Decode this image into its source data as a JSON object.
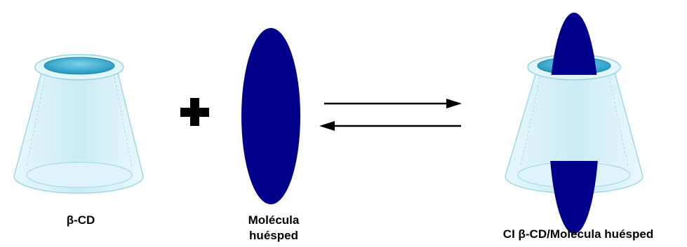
{
  "labels": {
    "cyclodextrin": "β-CD",
    "guest_line1": "Molécula",
    "guest_line2": "huésped",
    "complex": "CI β-CD/Molécula huésped"
  },
  "colors": {
    "guest_molecule": "#00008b",
    "cone_fill": "#cfeff7",
    "cone_stroke": "#9ad6e6",
    "cavity": "#2fa9d0",
    "arrows": "#000000",
    "plus": "#000000"
  },
  "icons": {
    "plus": "plus-sign",
    "equilibrium": "equilibrium-arrows"
  }
}
